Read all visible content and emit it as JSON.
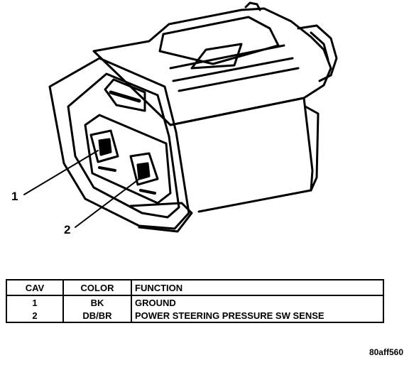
{
  "callouts": {
    "pin1": "1",
    "pin2": "2"
  },
  "table": {
    "headers": {
      "cav": "CAV",
      "color": "COLOR",
      "function": "FUNCTION"
    },
    "rows": [
      {
        "cav": "1",
        "color": "BK",
        "function": "GROUND"
      },
      {
        "cav": "2",
        "color": "DB/BR",
        "function": "POWER STEERING PRESSURE SW SENSE"
      }
    ]
  },
  "figure_id": "80aff560",
  "colors": {
    "line": "#000000",
    "background": "#ffffff"
  }
}
